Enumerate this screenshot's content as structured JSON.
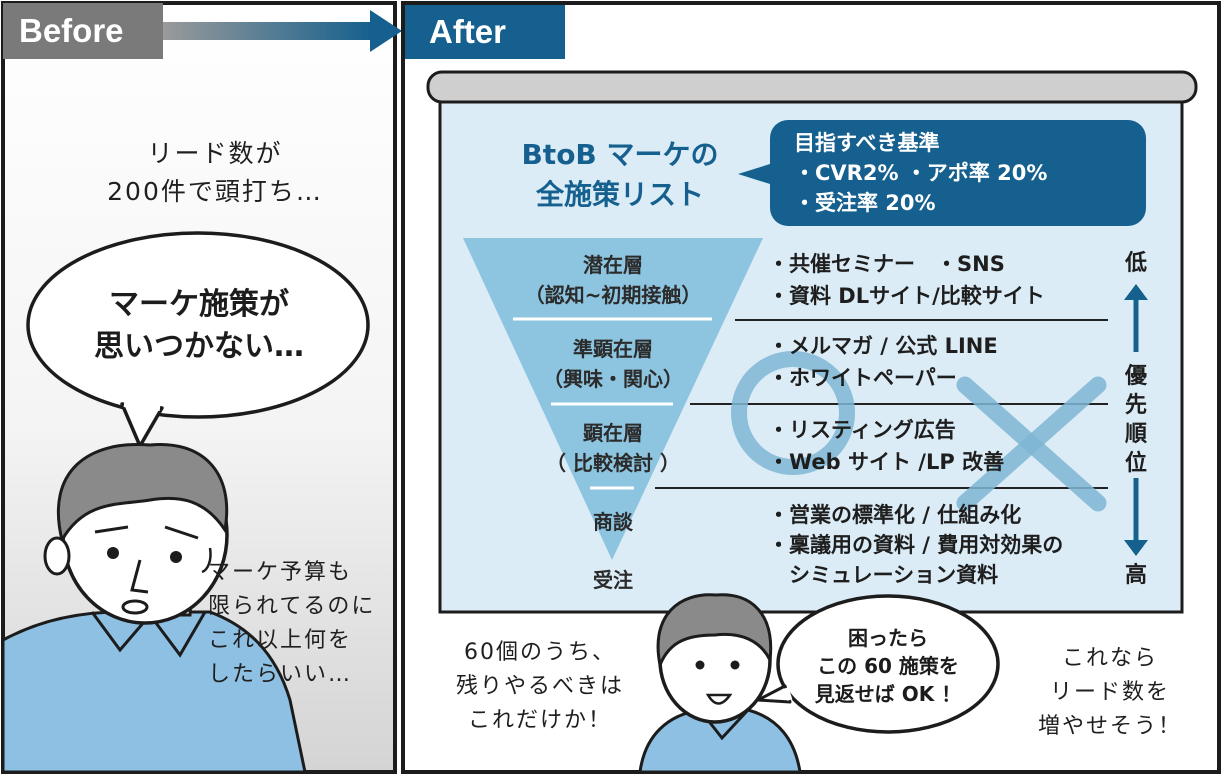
{
  "before_panel": {
    "tag": "Before",
    "thought_text": [
      "リード数が",
      "200件で頭打ち…"
    ],
    "speech_bubble": [
      "マーケ施策が",
      "思いつかない…"
    ],
    "side_text": [
      "マーケ予算も",
      "限られてるのに",
      "これ以上何を",
      "したらいい…"
    ]
  },
  "after_panel": {
    "tag": "After",
    "list_title": [
      "BtoB マーケの",
      "全施策リスト"
    ],
    "criteria": {
      "heading": "目指すべき基準",
      "line1": "・CVR2%  ・アポ率 20%",
      "line2": "・受注率 20%"
    },
    "funnel_layers": [
      {
        "name": "潜在層",
        "sub": "（認知~初期接触）",
        "tactics": [
          "・共催セミナー　・SNS",
          "・資料 DLサイト/比較サイト"
        ]
      },
      {
        "name": "準顕在層",
        "sub": "（興味・関心）",
        "tactics": [
          "・メルマガ / 公式 LINE",
          "・ホワイトペーパー"
        ]
      },
      {
        "name": "顕在層",
        "sub": "（ 比較検討 ）",
        "tactics": [
          "・リスティング広告",
          "・Web サイト /LP 改善"
        ]
      },
      {
        "name": "商談",
        "sub": "",
        "tactics": [
          "・営業の標準化 / 仕組み化",
          "・稟議用の資料 / 費用対効果の",
          "　シミュレーション資料"
        ]
      },
      {
        "name": "受注",
        "sub": "",
        "tactics": []
      }
    ],
    "priority": {
      "low": "低",
      "label": [
        "優",
        "先",
        "順",
        "位"
      ],
      "high": "高"
    },
    "left_text": [
      "60個のうち、",
      "残りやるべきは",
      "これだけか！"
    ],
    "speech_bubble": [
      "困ったら",
      "この 60 施策を",
      "見返せば OK ！"
    ],
    "right_text": [
      "これなら",
      "リード数を",
      "増やせそう！"
    ]
  },
  "colors": {
    "accent_blue": "#15608e",
    "screen_bg": "#dbecf6",
    "funnel": "#8dc4df",
    "tag_gray": "#7a7a7a",
    "shirt": "#8ec0e3"
  }
}
